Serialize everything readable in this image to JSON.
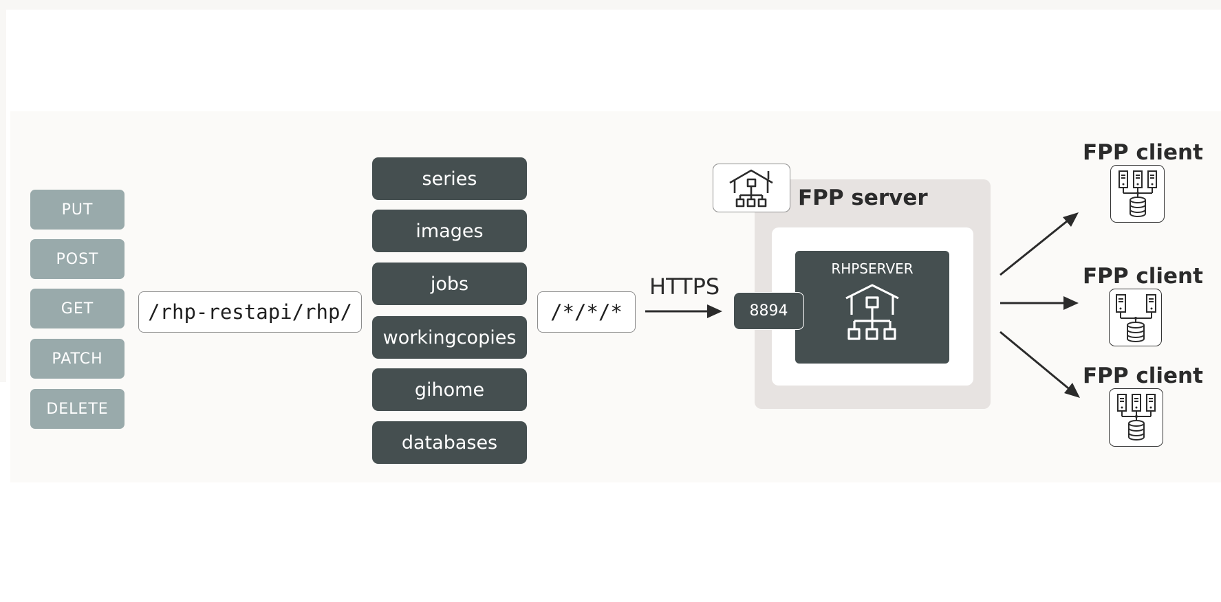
{
  "methods": [
    "PUT",
    "POST",
    "GET",
    "PATCH",
    "DELETE"
  ],
  "base_path": "/rhp-restapi/rhp/",
  "resources": [
    "series",
    "images",
    "jobs",
    "workingcopies",
    "gihome",
    "databases"
  ],
  "wildcard_path": "/*/*/*",
  "protocol_label": "HTTPS",
  "port": "8894",
  "server": {
    "title": "FPP server",
    "inner_label": "RHPSERVER",
    "badge_icon": "house-network-icon"
  },
  "clients": [
    {
      "title": "FPP client",
      "icon": "three-servers-database-icon"
    },
    {
      "title": "FPP client",
      "icon": "two-servers-database-icon"
    },
    {
      "title": "FPP client",
      "icon": "three-servers-database-icon"
    }
  ],
  "colors": {
    "method_fill": "#99aaab",
    "resource_fill": "#454f50",
    "server_outer": "#e7e3e1",
    "panel_bg": "#fbfaf8"
  }
}
